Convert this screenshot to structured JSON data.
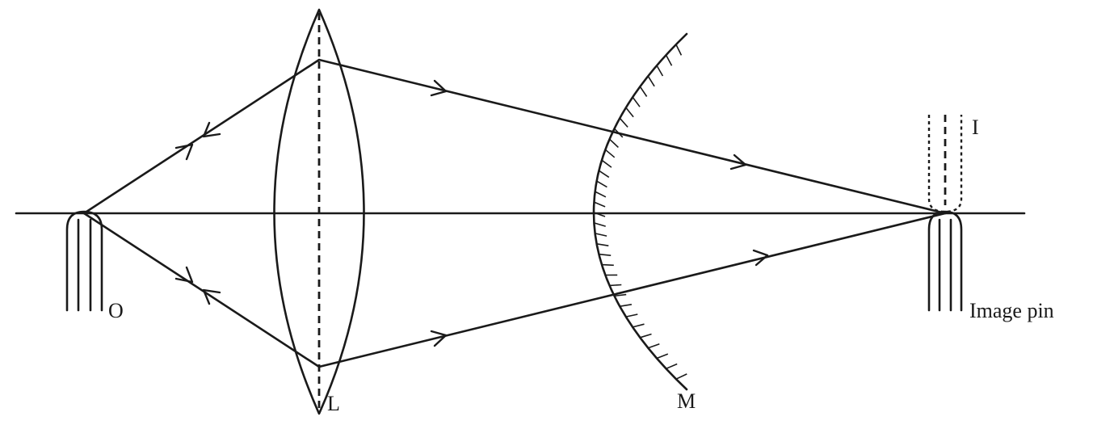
{
  "labels": {
    "object_pin": "O",
    "lens": "L",
    "mirror": "M",
    "image": "I",
    "image_pin": "Image pin"
  }
}
